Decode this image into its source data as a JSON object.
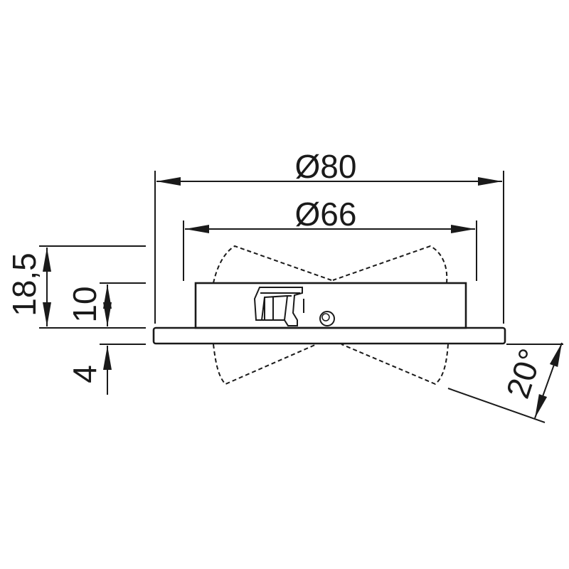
{
  "colors": {
    "line": "#1a1a1a",
    "background": "#ffffff"
  },
  "dimensions": {
    "outer_diameter": "Ø80",
    "inner_diameter": "Ø66",
    "total_height": "18,5",
    "body_height": "10",
    "flange_height": "4",
    "tilt_angle": "20°"
  }
}
